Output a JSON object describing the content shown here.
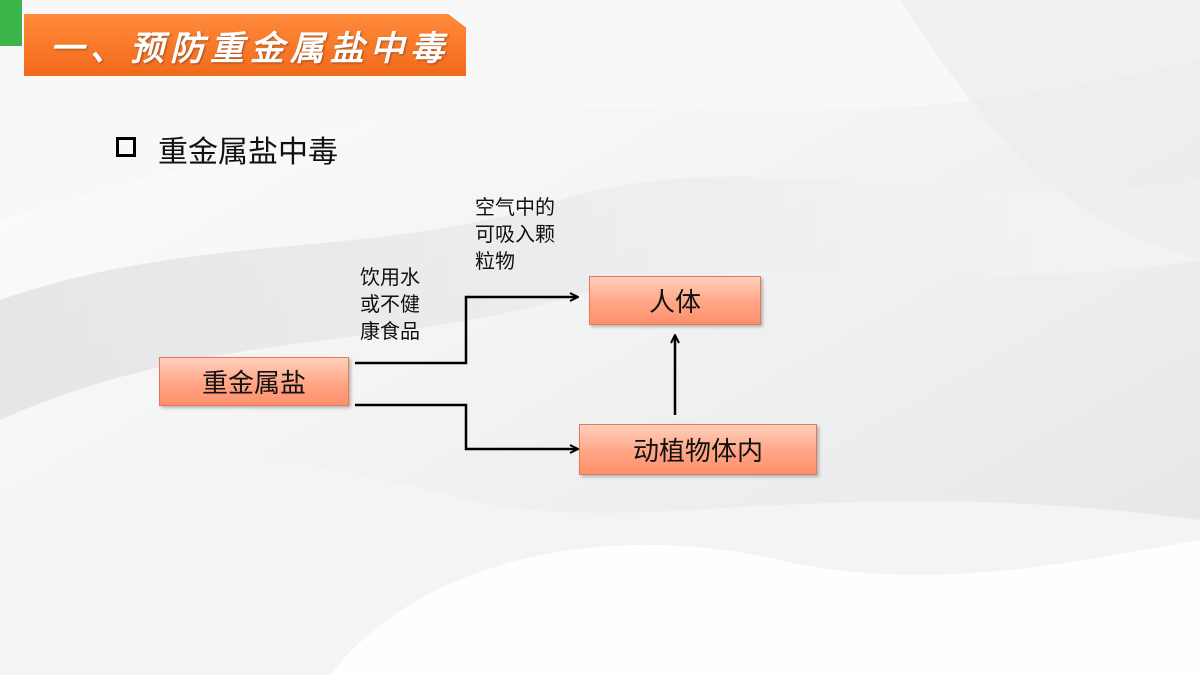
{
  "slide": {
    "title": "一、预防重金属盐中毒",
    "bullet": "重金属盐中毒"
  },
  "diagram": {
    "nodes": {
      "source": "重金属盐",
      "human": "人体",
      "plants_animals": "动植物体内"
    },
    "edges": {
      "water_food_label": "饮用水\n或不健\n康食品",
      "air_label": "空气中的\n可吸入颗\n粒物"
    }
  },
  "colors": {
    "banner": "#f26a1b",
    "accent_green": "#3cb44a",
    "box_fill": "#ffa585",
    "box_border": "#e37a55"
  }
}
